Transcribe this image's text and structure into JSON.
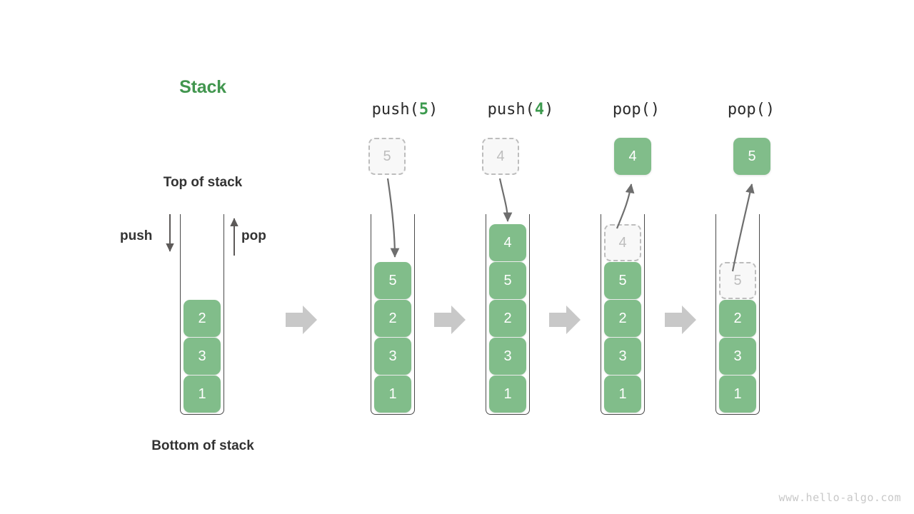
{
  "title": "Stack",
  "labels": {
    "top_of_stack": "Top of stack",
    "bottom_of_stack": "Bottom of stack",
    "push": "push",
    "pop": "pop"
  },
  "watermark": "www.hello-algo.com",
  "colors": {
    "element_green": "#81bd8a",
    "title_green": "#42964f",
    "arg_green": "#3c9a4e",
    "ghost_gray": "#bdbdbd",
    "tube_stroke": "#4a4a4a",
    "flow_arrow": "#c8c8c8",
    "motion_arrow": "#6e6e6e",
    "text_dark": "#333333",
    "watermark_gray": "#c8c8c8"
  },
  "initial_stack": {
    "name": "initial",
    "cells": [
      "2",
      "3",
      "1"
    ]
  },
  "steps": [
    {
      "op_name": "push",
      "op_prefix": "push(",
      "op_arg": "5",
      "op_suffix": ")",
      "floating": {
        "value": "5",
        "style": "ghost",
        "position": "above"
      },
      "arrow": "down-into-stack",
      "cells": [
        "5",
        "2",
        "3",
        "1"
      ],
      "ghost_cells": []
    },
    {
      "op_name": "push",
      "op_prefix": "push(",
      "op_arg": "4",
      "op_suffix": ")",
      "floating": {
        "value": "4",
        "style": "ghost",
        "position": "above"
      },
      "arrow": "down-into-stack",
      "cells": [
        "4",
        "5",
        "2",
        "3",
        "1"
      ],
      "ghost_cells": []
    },
    {
      "op_name": "pop",
      "op_prefix": "pop(",
      "op_arg": "",
      "op_suffix": ")",
      "floating": {
        "value": "4",
        "style": "solid",
        "position": "above"
      },
      "arrow": "up-out-of-stack",
      "cells": [
        "4",
        "5",
        "2",
        "3",
        "1"
      ],
      "ghost_cells": [
        "4"
      ]
    },
    {
      "op_name": "pop",
      "op_prefix": "pop(",
      "op_arg": "",
      "op_suffix": ")",
      "floating": {
        "value": "5",
        "style": "solid",
        "position": "above"
      },
      "arrow": "up-out-of-stack",
      "cells": [
        "5",
        "2",
        "3",
        "1"
      ],
      "ghost_cells": [
        "5"
      ]
    }
  ],
  "flow_arrows": [
    {
      "name": "flow-arrow-1"
    },
    {
      "name": "flow-arrow-2"
    },
    {
      "name": "flow-arrow-3"
    },
    {
      "name": "flow-arrow-4"
    }
  ]
}
